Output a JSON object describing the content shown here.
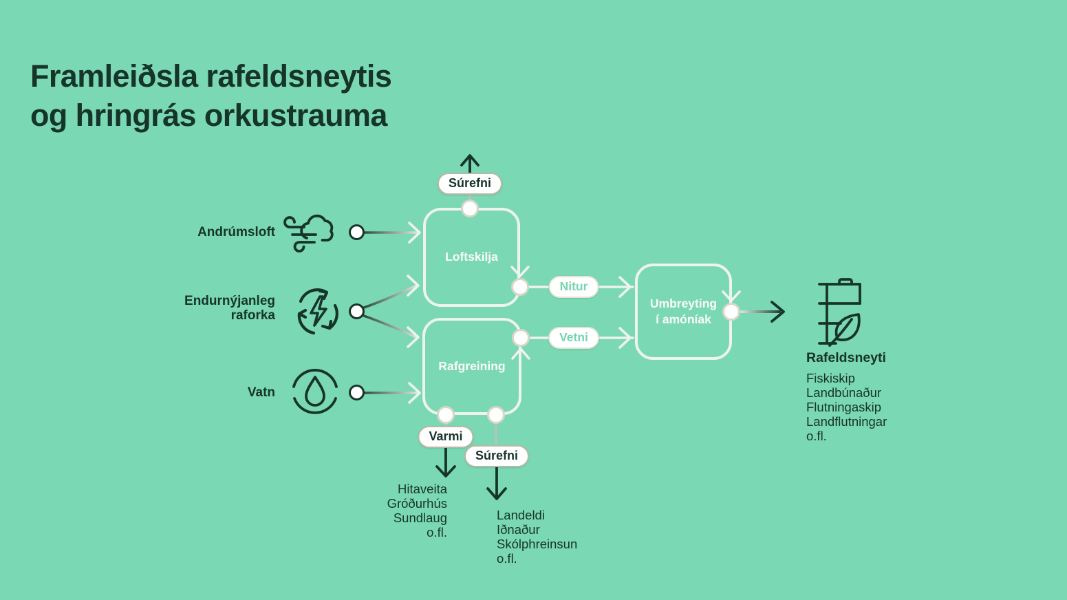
{
  "title": "Framleiðsla rafeldsneytis\nog hringrás orkustrauma",
  "colors": {
    "background": "#7ad8b4",
    "ink": "#17342b",
    "line_light": "#edf3ee",
    "line_gray": "#b7c4bc",
    "pill_green": "#74d6b0",
    "pill_border_dark": "#b9b9a7",
    "pill_border_light": "#e2e2d7",
    "node_ring": "#d8d6c6",
    "white": "#ffffff"
  },
  "inputs": {
    "andrumsloft": {
      "label": "Andrúmsloft",
      "icon": "wind-cloud-icon"
    },
    "raforka": {
      "label": "Endurnýjanleg\nraforka",
      "icon": "recycle-energy-icon"
    },
    "vatn": {
      "label": "Vatn",
      "icon": "water-drop-icon"
    }
  },
  "boxes": {
    "loftskilja": {
      "label": "Loftskilja"
    },
    "rafgreining": {
      "label": "Rafgreining"
    },
    "umbreyting": {
      "label": "Umbreyting\ní amóníak"
    }
  },
  "pills": {
    "surefni_top": "Súrefni",
    "nitur": "Nitur",
    "vetni": "Vetni",
    "varmi": "Varmi",
    "surefni_bottom": "Súrefni"
  },
  "destinations": {
    "varmi": {
      "items": [
        "Hitaveita",
        "Gróðurhús",
        "Sundlaug",
        "o.fl."
      ]
    },
    "surefni": {
      "items": [
        "Landeldi",
        "Iðnaður",
        "Skólphreinsun",
        "o.fl."
      ]
    },
    "rafeldsneyti": {
      "title": "Rafeldsneyti",
      "icon": "fuel-barrel-leaf-icon",
      "items": [
        "Fiskiskip",
        "Landbúnaður",
        "Flutningaskip",
        "Landflutningar",
        "o.fl."
      ]
    }
  }
}
